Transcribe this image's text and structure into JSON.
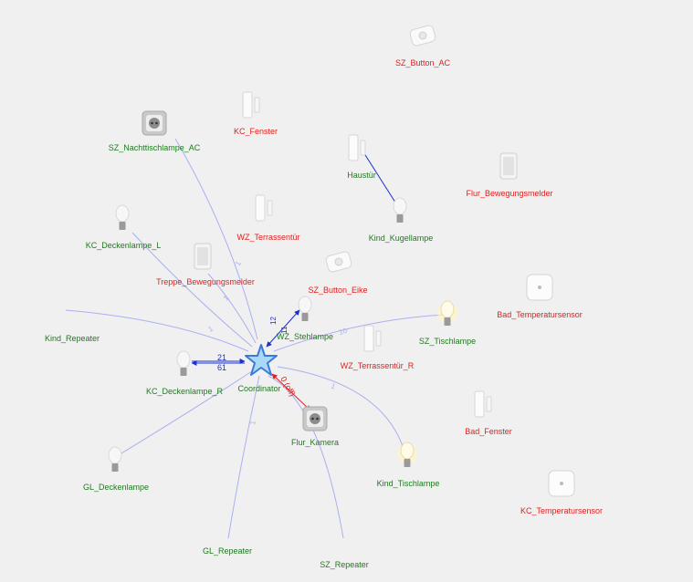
{
  "colors": {
    "background": "#f0f0f0",
    "online": "#1f7a1f",
    "offline": "#e02020",
    "link_light": "#aab0f0",
    "link_strong": "#1a2fd0",
    "link_offline": "#e02020",
    "coordinator_fill": "#aad8f8",
    "coordinator_stroke": "#3a7ad8"
  },
  "coordinator": {
    "label": "Coordinator",
    "icon": "star-icon"
  },
  "nodes": {
    "sz_button_ac": {
      "label": "SZ_Button_AC",
      "status": "offline",
      "icon": "button-icon"
    },
    "kc_fenster": {
      "label": "KC_Fenster",
      "status": "offline",
      "icon": "door-sensor-icon"
    },
    "sz_nachttischlampe_ac": {
      "label": "SZ_Nachttischlampe_AC",
      "status": "online",
      "icon": "smart-plug-icon"
    },
    "haustuer": {
      "label": "Haustür",
      "status": "online",
      "icon": "door-sensor-icon"
    },
    "flur_bewegungsmelder": {
      "label": "Flur_Bewegungsmelder",
      "status": "offline",
      "icon": "motion-sensor-icon"
    },
    "wz_terrassentuer": {
      "label": "WZ_Terrassentür",
      "status": "offline",
      "icon": "door-sensor-icon"
    },
    "kc_deckenlampe_l": {
      "label": "KC_Deckenlampe_L",
      "status": "online",
      "icon": "bulb-icon"
    },
    "kind_kugellampe": {
      "label": "Kind_Kugellampe",
      "status": "online",
      "icon": "bulb-icon"
    },
    "treppe_bewegungsmelder": {
      "label": "Treppe_Bewegungsmelder",
      "status": "offline",
      "icon": "motion-sensor-icon"
    },
    "sz_button_eike": {
      "label": "SZ_Button_Eike",
      "status": "offline",
      "icon": "button-icon"
    },
    "bad_temperatursensor": {
      "label": "Bad_Temperatursensor",
      "status": "offline",
      "icon": "temperature-sensor-icon"
    },
    "wz_stehlampe": {
      "label": "WZ_Stehlampe",
      "status": "online",
      "icon": "bulb-icon"
    },
    "sz_tischlampe": {
      "label": "SZ_Tischlampe",
      "status": "online",
      "icon": "warm-bulb-icon"
    },
    "kind_repeater": {
      "label": "Kind_Repeater",
      "status": "online",
      "icon": ""
    },
    "wz_terrassentuer_r": {
      "label": "WZ_Terrassentür_R",
      "status": "offline",
      "icon": "door-sensor-icon"
    },
    "kc_deckenlampe_r": {
      "label": "KC_Deckenlampe_R",
      "status": "online",
      "icon": "bulb-icon"
    },
    "bad_fenster": {
      "label": "Bad_Fenster",
      "status": "offline",
      "icon": "door-sensor-icon"
    },
    "flur_kamera": {
      "label": "Flur_Kamera",
      "status": "online",
      "icon": "smart-plug-icon"
    },
    "gl_deckenlampe": {
      "label": "GL_Deckenlampe",
      "status": "online",
      "icon": "bulb-icon"
    },
    "kind_tischlampe": {
      "label": "Kind_Tischlampe",
      "status": "online",
      "icon": "warm-bulb-icon"
    },
    "kc_temperatursensor": {
      "label": "KC_Temperatursensor",
      "status": "offline",
      "icon": "temperature-sensor-icon"
    },
    "gl_repeater": {
      "label": "GL_Repeater",
      "status": "online",
      "icon": ""
    },
    "sz_repeater": {
      "label": "SZ_Repeater",
      "status": "online",
      "icon": ""
    }
  },
  "link_labels": {
    "kc_deckenlampe_r_out": "21",
    "kc_deckenlampe_r_in": "61",
    "wz_stehlampe_out": "12",
    "wz_stehlampe_in": "11",
    "flur_kamera": "0 (off)",
    "sz_nachttischlampe": "1",
    "treppe": "1",
    "kc_deckenlampe_l": "1",
    "sz_tischlampe": "10",
    "kind_tischlampe": "1",
    "gl_repeater": "1"
  }
}
